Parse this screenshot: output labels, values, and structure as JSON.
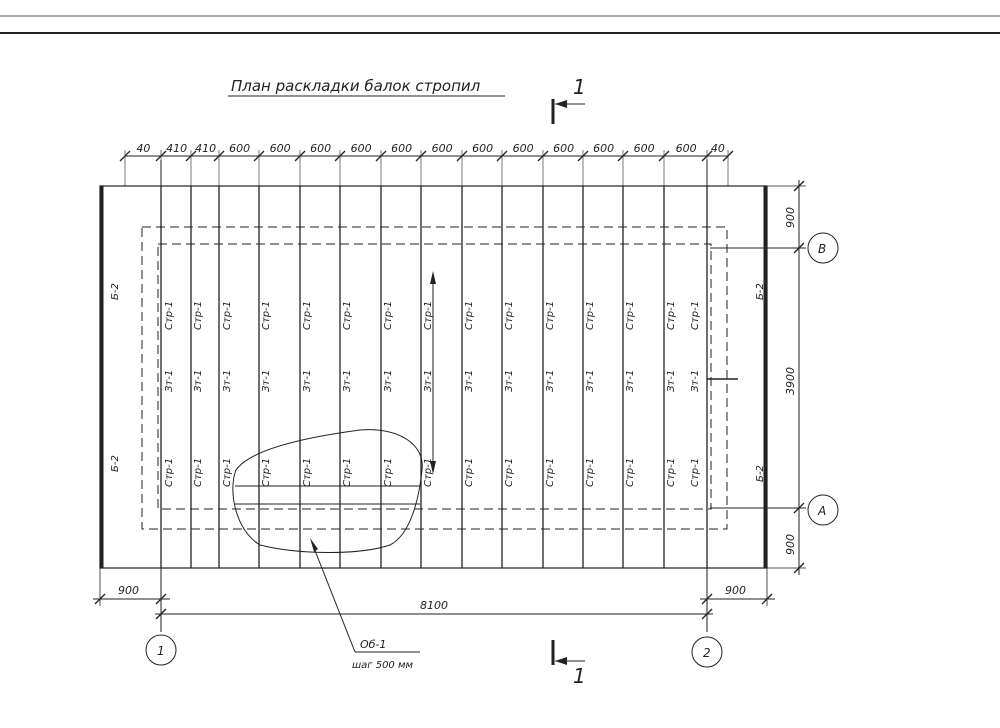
{
  "title": "План раскладки балок стропил",
  "section_mark": "1",
  "top_dims": [
    "40",
    "410",
    "410",
    "600",
    "600",
    "600",
    "600",
    "600",
    "600",
    "600",
    "600",
    "600",
    "600",
    "600",
    "600",
    "40"
  ],
  "right_dims": {
    "top": "900",
    "middle": "3900",
    "bottom": "900"
  },
  "bottom_dims": {
    "left_overhang": "900",
    "span": "8100",
    "right_overhang": "900"
  },
  "axes": {
    "row_top": "В",
    "row_bottom": "А",
    "col_left": "1",
    "col_right": "2"
  },
  "rafter_labels": {
    "upper": "Стр-1",
    "middle": "Зт-1",
    "lower": "Стр-1"
  },
  "edge_beam_label": "Б-2",
  "callout": {
    "label": "Об-1",
    "note": "шаг 500 мм"
  }
}
